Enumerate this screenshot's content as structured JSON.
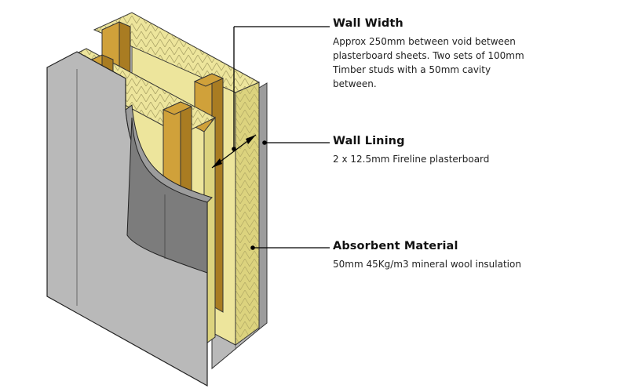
{
  "callouts": {
    "wall_width": {
      "title": "Wall Width",
      "description": "Approx 250mm between void between plasterboard sheets. Two sets of 100mm Timber studs with a 50mm cavity between."
    },
    "wall_lining": {
      "title": "Wall Lining",
      "description": "2 x 12.5mm Fireline plasterboard"
    },
    "absorbent_material": {
      "title": "Absorbent Material",
      "description": "50mm 45Kg/m3 mineral wool insulation"
    }
  },
  "colors": {
    "plasterboard": "#b9b9b9",
    "plasterboard_edge": "#9c9c9c",
    "insulation": "#ede59c",
    "insulation_side": "#dcd37e",
    "timber": "#d0a13a",
    "timber_dark": "#a97c22",
    "outline": "#222222"
  }
}
